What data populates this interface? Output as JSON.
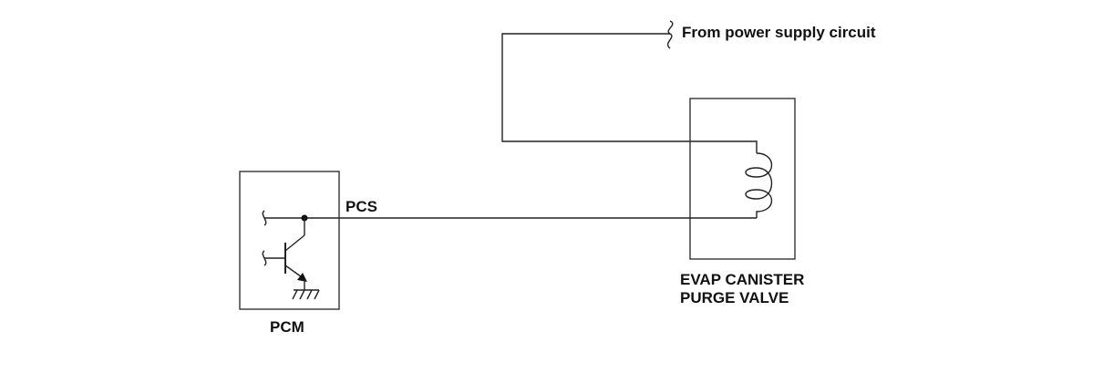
{
  "labels": {
    "power_source": "From power supply circuit",
    "signal": "PCS",
    "controller": "PCM",
    "valve_line1": "EVAP CANISTER",
    "valve_line2": "PURGE VALVE"
  },
  "colors": {
    "line": "#222222",
    "background": "#ffffff"
  }
}
